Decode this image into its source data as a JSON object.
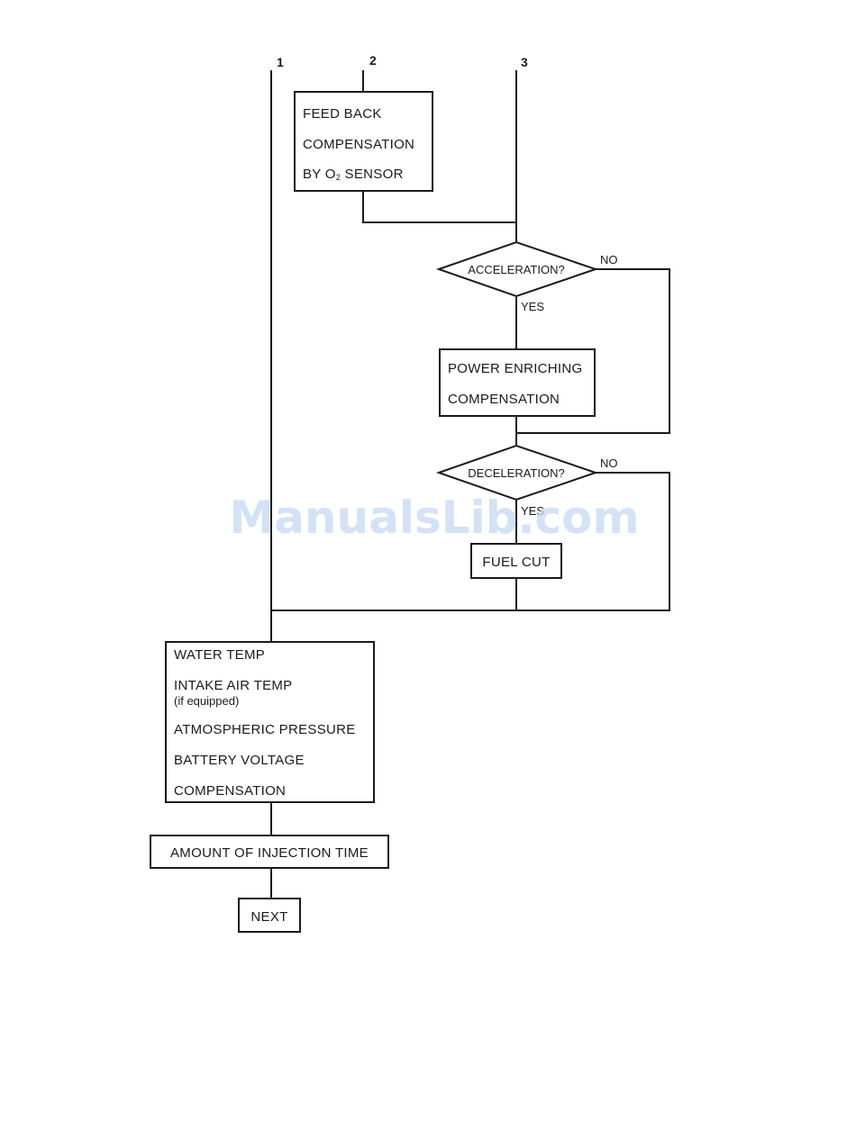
{
  "inputs": {
    "one": "1",
    "two": "2",
    "three": "3"
  },
  "feedback": {
    "line1": "FEED BACK",
    "line2": "COMPENSATION",
    "line3_prefix": "BY O",
    "line3_sub": "2",
    "line3_suffix": " SENSOR"
  },
  "acceleration": {
    "label": "ACCELERATION?",
    "yes": "YES",
    "no": "NO"
  },
  "power": {
    "line1": "POWER ENRICHING",
    "line2": "COMPENSATION"
  },
  "deceleration": {
    "label": "DECELERATION?",
    "yes": "YES",
    "no": "NO"
  },
  "fuel_cut": "FUEL CUT",
  "compensation_box": {
    "line1": "WATER TEMP",
    "line2": "INTAKE AIR TEMP",
    "line3": "(if equipped)",
    "line4": "ATMOSPHERIC PRESSURE",
    "line5": "BATTERY VOLTAGE",
    "line6": "COMPENSATION"
  },
  "injection_time": "AMOUNT OF INJECTION TIME",
  "next": "NEXT",
  "watermark": "ManualsLib.com",
  "colors": {
    "line": "#1a1a1a",
    "watermark": "#c9dcf3",
    "background": "#ffffff"
  }
}
